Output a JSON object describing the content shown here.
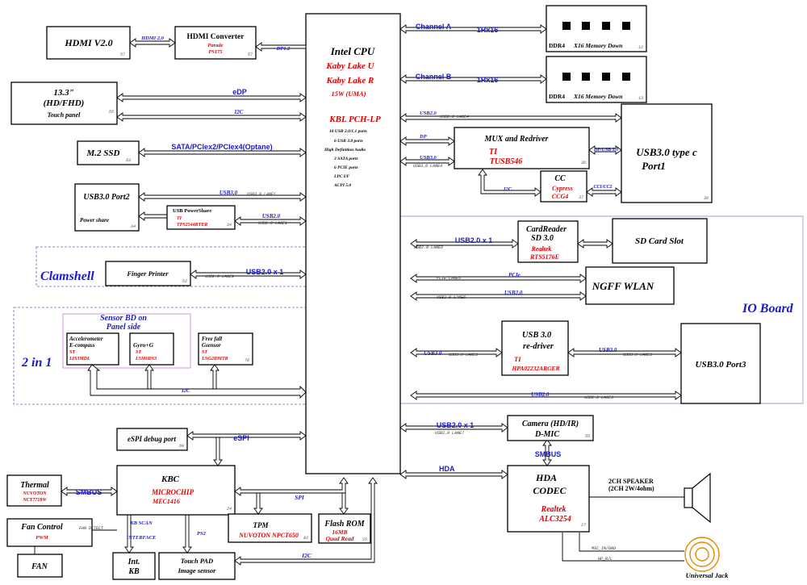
{
  "cpu": {
    "title": "Intel CPU",
    "line1": "Kaby Lake  U",
    "line2": "Kaby Lake  R",
    "power": "15W (UMA)",
    "pch": "KBL PCH-LP",
    "features": [
      "10 USB 2.0/1.1 ports",
      "6 USB 3.0 ports",
      "High Definition Audio",
      "3 SATA ports",
      "6 PCIE ports",
      "LPC I/F",
      "ACPI 5.0"
    ]
  },
  "hdmi": {
    "title": "HDMI  V2.0",
    "page": "57",
    "link": "HDMI 2.0"
  },
  "hdmi_conv": {
    "title": "HDMI Converter",
    "vendor": "Parade",
    "part": "PS175",
    "page": "57",
    "link": "DP1.2"
  },
  "panel": {
    "size": "13.3\"",
    "res": "(HD/FHD)",
    "sub": "Touch panel",
    "page": "55",
    "link1": "eDP",
    "link2": "I2C"
  },
  "ssd": {
    "title": "M.2 SSD",
    "page": "63",
    "link": "SATA/PCIex2/PCIex4(Optane)"
  },
  "usb_port2": {
    "title": "USB3.0 Port2",
    "sub": "Power share",
    "page": "34",
    "link1": "USB3.0",
    "lane1": "USB3.0 LANE1",
    "link2": "USB2.0",
    "lane2": "USB2.0 LANE1"
  },
  "power_share": {
    "title": "USB PowerShare",
    "vendor": "TI",
    "part": "TPS2544RTER",
    "page": "34"
  },
  "clamshell": {
    "label": "Clamshell"
  },
  "finger": {
    "title": "Finger Printer",
    "page": "52",
    "link": "USB2.0 x 1",
    "lane": "USB2.0 LANE9"
  },
  "two_in_one": {
    "label": "2 in 1"
  },
  "sensor_bd": {
    "title": "Sensor BD on",
    "title2": "Panel side",
    "bus": "I2C"
  },
  "accel": {
    "l1": "Accelerometer",
    "l2": "E-compass",
    "vendor": "ST",
    "part": "LIS3MDL"
  },
  "gyro": {
    "l1": "Gyro+G",
    "vendor": "ST",
    "part": "LSM6DS3"
  },
  "freefall": {
    "l1": "Free fall",
    "l2": "Gsensor",
    "vendor": "ST",
    "part": "LNG2DMTR",
    "page": "70"
  },
  "espi_port": {
    "title": "eSPI debug  port",
    "page": "69",
    "link": "eSPI"
  },
  "kbc": {
    "title": "KBC",
    "vendor": "MICROCHIP",
    "part": "MEC1416",
    "page": "24",
    "spi": "SPI",
    "i2c": "I2C"
  },
  "thermal": {
    "title": "Thermal",
    "vendor": "NUVOTON",
    "part": "NCT7718W",
    "link": "SMBUS"
  },
  "fan_ctrl": {
    "title": "Fan Control",
    "sub": "PWM",
    "link": "FAN DETECT"
  },
  "fan": {
    "title": "FAN"
  },
  "kb": {
    "title1": "Int.",
    "title2": "KB",
    "link1": "KB SCAN",
    "link2": "INTERFACE"
  },
  "touchpad": {
    "title1": "Touch PAD",
    "title2": "Image sensor",
    "link": "PS2"
  },
  "tpm": {
    "title": "TPM",
    "part": "NUVOTON NPCT650",
    "page": "92"
  },
  "flash": {
    "title": "Flash ROM",
    "size": "16MB",
    "mode": "Quad Read",
    "page": "25"
  },
  "ddr_a": {
    "label": "DDR4",
    "desc": "X16 Memory Down",
    "page": "12",
    "channel": "Channel  A",
    "rank": "1Rx16"
  },
  "ddr_b": {
    "label": "DDR4",
    "desc": "X16 Memory Down",
    "page": "13",
    "channel": "Channel  B",
    "rank": "1Rx16"
  },
  "mux": {
    "title": "MUX and Redriver",
    "vendor": "TI",
    "part": "TUSB546",
    "page": "38",
    "usb2": "USB2.0",
    "lane_usb2": "USB2.0 LANE4",
    "dp": "DP",
    "usb3": "USB3.0",
    "lane_usb3": "USB3.0 LANE4",
    "dp_usb": "DP/USB 3.0"
  },
  "cc": {
    "title": "CC",
    "vendor": "Cypress",
    "part": "CCG4",
    "page": "37",
    "i2c": "I2C",
    "ccline": "CCI/CC2"
  },
  "typec": {
    "title1": "USB3.0  type c",
    "title2": "Port1",
    "page": "36"
  },
  "io_board": {
    "label": "IO Board"
  },
  "cardreader": {
    "title1": "CardReader",
    "title2": "SD 3.0",
    "vendor": "Realtek",
    "part": "RTS5176E",
    "link": "USB2.0  x 1",
    "lane": "USB2.0 LANE8"
  },
  "sd": {
    "title": "SD Card Slot"
  },
  "wlan": {
    "title": "NGFF WLAN",
    "pcie": "PCIe",
    "lane_pcie": "PCIE LANE5",
    "usb2": "USB2.0",
    "lane_usb2": "USB2.0 LANE6"
  },
  "redriver": {
    "title1": "USB 3.0",
    "title2": "re-driver",
    "vendor": "TI",
    "part": "HPA02232ARGER",
    "usb3": "USB3.0",
    "lane": "USB3.0 LANE3",
    "usb3b": "USB3.0",
    "laneb": "USB3.0 LANE3"
  },
  "usb_port3": {
    "title": "USB3.0 Port3",
    "usb2": "USB2.0",
    "lane": "USB2.0 LANE3"
  },
  "camera": {
    "title1": "Camera (HD/IR)",
    "title2": "D-MIC",
    "page": "55",
    "link": "USB2.0 x 1",
    "lane": "USB2.0 LANE7",
    "smbus": "SMBUS"
  },
  "codec": {
    "title1": "HDA",
    "title2": "CODEC",
    "vendor": "Realtek",
    "part": "ALC3254",
    "page": "27",
    "link": "HDA"
  },
  "speaker": {
    "l1": "2CH SPEAKER",
    "l2": "(2CH 2W/4ohm)"
  },
  "jack": {
    "title": "Universal Jack",
    "mic": "MIC_IN/GND",
    "hp": "HP_R/L"
  }
}
